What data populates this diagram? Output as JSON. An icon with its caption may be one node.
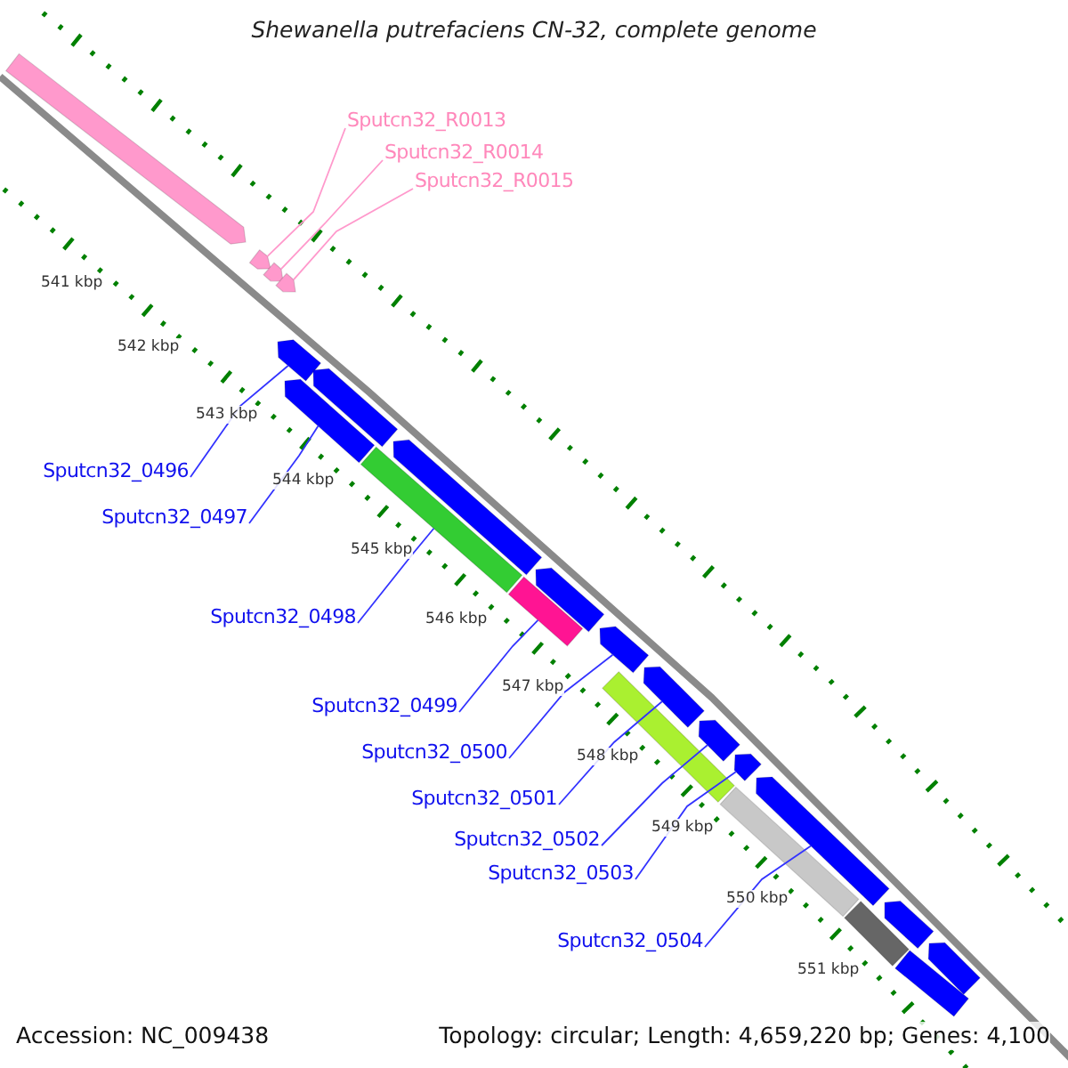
{
  "diagram": {
    "title": "Shewanella putrefaciens CN-32, complete genome",
    "nodes": [
      {
        "text": [
          "Sputcn32_R0013"
        ]
      },
      {
        "text": [
          "Sputcn32_R0014"
        ]
      },
      {
        "text": [
          "Sputcn32_R0015"
        ]
      },
      {
        "text": [
          "Sputcn32_0496"
        ]
      },
      {
        "text": [
          "Sputcn32_0497"
        ]
      },
      {
        "text": [
          "Sputcn32_0498"
        ]
      },
      {
        "text": [
          "Sputcn32_0499"
        ]
      },
      {
        "text": [
          "Sputcn32_0500"
        ]
      },
      {
        "text": [
          "Sputcn32_0501"
        ]
      },
      {
        "text": [
          "Sputcn32_0502"
        ]
      },
      {
        "text": [
          "Sputcn32_0503"
        ]
      },
      {
        "text": [
          "Sputcn32_0504"
        ]
      },
      {
        "text": [],
        "shape": "bar"
      },
      {
        "text": [],
        "shape": "bar"
      },
      {
        "text": [],
        "shape": "bar"
      },
      {
        "text": [],
        "shape": "bar"
      },
      {
        "text": [],
        "shape": "bar"
      },
      {
        "text": [],
        "shape": "bar"
      },
      {
        "text": [],
        "shape": "bar"
      },
      {
        "text": [],
        "shape": "bar"
      },
      {
        "text": [],
        "shape": "bar"
      },
      {
        "text": [],
        "shape": "bar"
      },
      {
        "text": [],
        "shape": "bar"
      },
      {
        "text": [],
        "shape": "bar"
      },
      {
        "text": [],
        "shape": "bar"
      },
      {
        "text": [],
        "shape": "bar"
      },
      {
        "text": [],
        "shape": "bar"
      },
      {
        "text": [],
        "shape": "bar"
      },
      {
        "text": [],
        "shape": "bar"
      },
      {
        "text": [],
        "shape": "bar"
      },
      {
        "text": [],
        "shape": "bar"
      },
      {
        "text": [],
        "shape": "bar"
      },
      {
        "text": [],
        "shape": "bar"
      },
      {
        "text": [],
        "shape": "bar"
      }
    ],
    "edges": [
      {
        "from": 0,
        "to": 13,
        "arrow": "none",
        "color": "#ff99cc"
      },
      {
        "from": 1,
        "to": 14,
        "arrow": "none",
        "color": "#ff99cc"
      },
      {
        "from": 2,
        "to": 15,
        "arrow": "none",
        "color": "#ff99cc"
      },
      {
        "from": 3,
        "to": 16,
        "arrow": "none"
      },
      {
        "from": 4,
        "to": 17,
        "arrow": "none"
      },
      {
        "from": 5,
        "to": 20,
        "arrow": "none"
      },
      {
        "from": 6,
        "to": 22,
        "arrow": "none"
      },
      {
        "from": 7,
        "to": 23,
        "arrow": "none"
      },
      {
        "from": 8,
        "to": 24,
        "arrow": "none"
      },
      {
        "from": 9,
        "to": 26,
        "arrow": "none"
      },
      {
        "from": 10,
        "to": 27,
        "arrow": "none"
      },
      {
        "from": 11,
        "to": 29,
        "arrow": "none"
      }
    ],
    "labels": [
      "541 kbp",
      "542 kbp",
      "543 kbp",
      "544 kbp",
      "545 kbp",
      "546 kbp",
      "547 kbp",
      "548 kbp",
      "549 kbp",
      "550 kbp",
      "551 kbp",
      "Accession: NC_009438",
      "Topology: circular; Length: 4,659,220 bp; Genes: 4,100"
    ]
  }
}
